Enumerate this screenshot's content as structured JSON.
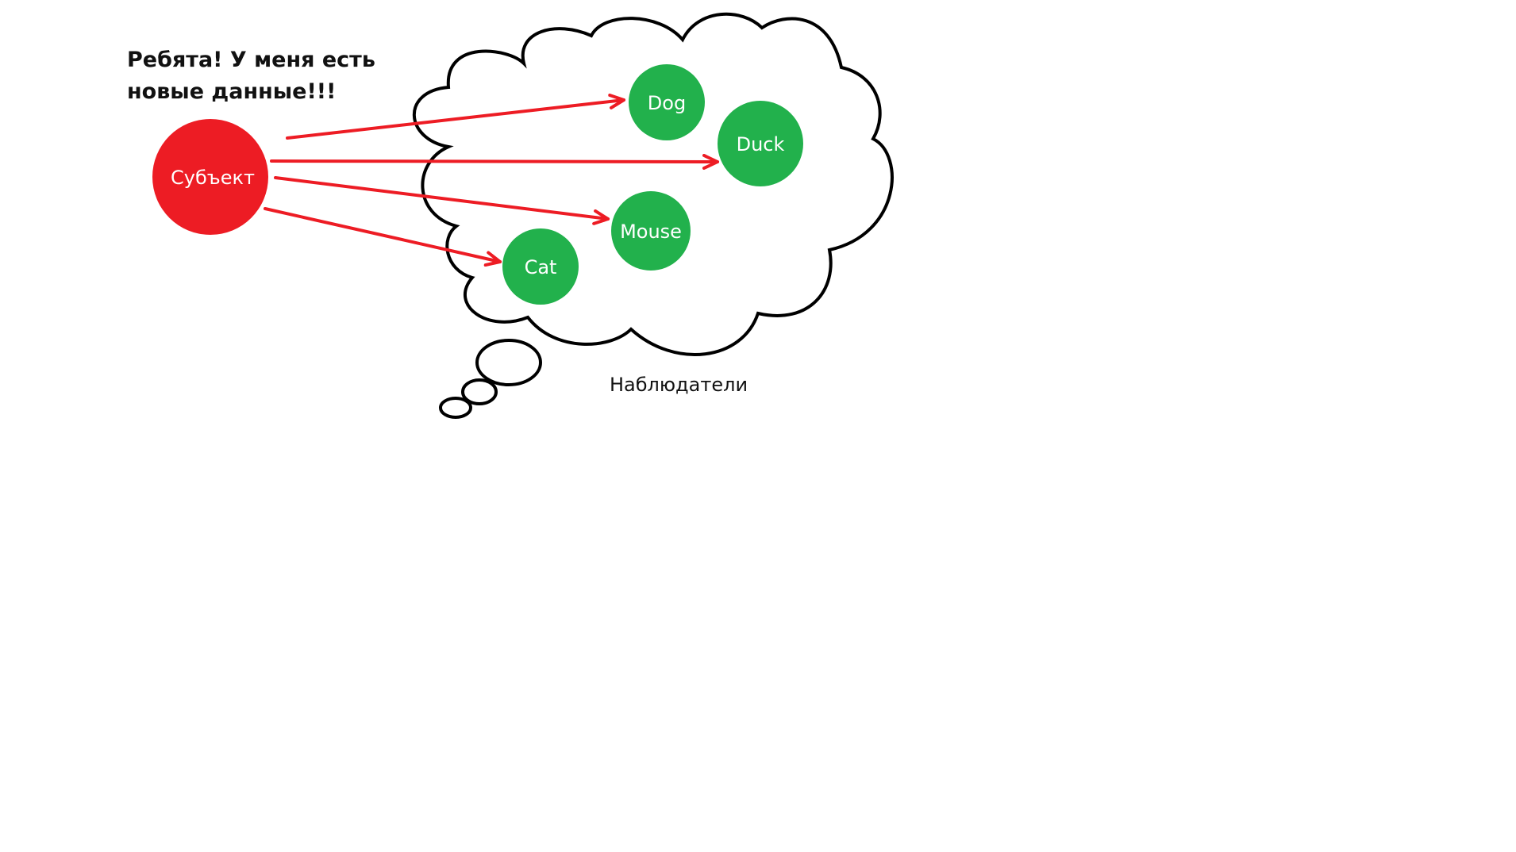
{
  "callout": {
    "line1": "Ребята! У меня есть",
    "line2": "новые данные!!!"
  },
  "subject": {
    "label": "Субъект",
    "color": "#ED1C24"
  },
  "observers": [
    {
      "label": "Dog"
    },
    {
      "label": "Duck"
    },
    {
      "label": "Mouse"
    },
    {
      "label": "Cat"
    }
  ],
  "observer_color": "#22B14C",
  "arrow_color": "#ED1C24",
  "cloud_label": "Наблюдатели"
}
